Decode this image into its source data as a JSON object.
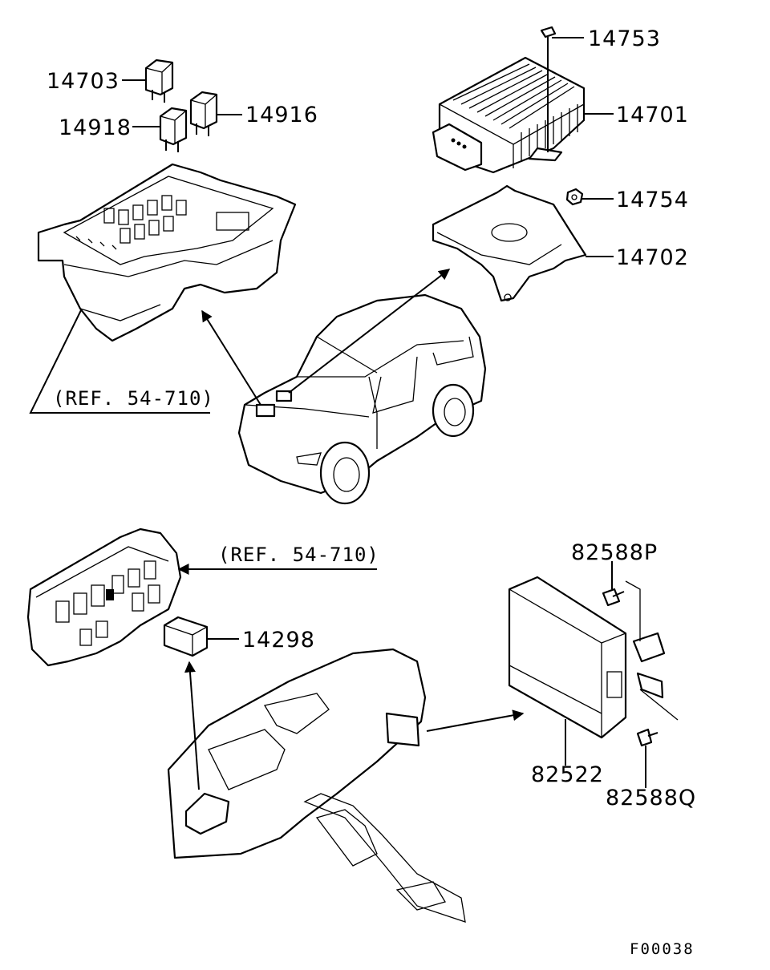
{
  "callouts": {
    "p14753": "14753",
    "p14701": "14701",
    "p14754": "14754",
    "p14702": "14702",
    "p14703": "14703",
    "p14918": "14918",
    "p14916": "14916",
    "p14298": "14298",
    "p82588P": "82588P",
    "p82522": "82522",
    "p82588Q": "82588Q"
  },
  "references": {
    "upper": "(REF. 54-710)",
    "lower": "(REF. 54-710)"
  },
  "figure_code": "F00038"
}
